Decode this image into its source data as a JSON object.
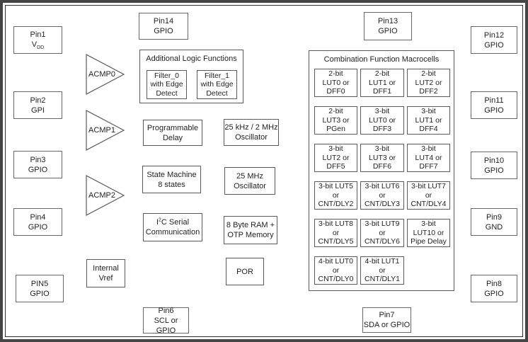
{
  "pins": {
    "left": [
      {
        "line1": "Pin1",
        "line2": "V",
        "line2_sub": "DD"
      },
      {
        "line1": "Pin2",
        "line2": "GPI"
      },
      {
        "line1": "Pin3",
        "line2": "GPIO"
      },
      {
        "line1": "Pin4",
        "line2": "GPIO"
      },
      {
        "line1": "PIN5",
        "line2": "GPIO"
      }
    ],
    "top": [
      {
        "line1": "Pin14",
        "line2": "GPIO"
      },
      {
        "line1": "Pin13",
        "line2": "GPIO"
      }
    ],
    "right": [
      {
        "line1": "Pin12",
        "line2": "GPIO"
      },
      {
        "line1": "Pin11",
        "line2": "GPIO"
      },
      {
        "line1": "Pin10",
        "line2": "GPIO"
      },
      {
        "line1": "Pin9",
        "line2": "GND"
      },
      {
        "line1": "Pin8",
        "line2": "GPIO"
      }
    ],
    "bottom": [
      {
        "line1": "Pin6",
        "line2": "SCL or GPIO"
      },
      {
        "line1": "Pin7",
        "line2": "SDA or GPIO"
      }
    ]
  },
  "comparators": [
    {
      "label": "ACMP0"
    },
    {
      "label": "ACMP1"
    },
    {
      "label": "ACMP2"
    }
  ],
  "internal_vref": {
    "line1": "Internal",
    "line2": "Vref"
  },
  "additional_logic": {
    "title": "Additional Logic Functions",
    "filters": [
      {
        "lines": [
          "Filter_0",
          "with Edge",
          "Detect"
        ]
      },
      {
        "lines": [
          "Filter_1",
          "with Edge",
          "Detect"
        ]
      }
    ]
  },
  "blocks": {
    "prog_delay": {
      "line1": "Programmable",
      "line2": "Delay"
    },
    "osc_25k": {
      "line1": "25 kHz / 2 MHz",
      "line2": "Oscillator"
    },
    "state_machine": {
      "line1": "State Machine",
      "line2": "8 states"
    },
    "osc_25m": {
      "line1": "25 MHz",
      "line2": "Oscillator"
    },
    "i2c": {
      "line1_pre": "I",
      "line1_sup": "2",
      "line1_post": "C Serial",
      "line2": "Communication"
    },
    "ram": {
      "line1": "8 Byte RAM +",
      "line2": "OTP Memory"
    },
    "por": {
      "label": "POR"
    }
  },
  "macrocells": {
    "title": "Combination Function Macrocells",
    "cells": [
      {
        "lines": [
          "2-bit",
          "LUT0 or",
          "DFF0"
        ]
      },
      {
        "lines": [
          "2-bit",
          "LUT1 or",
          "DFF1"
        ]
      },
      {
        "lines": [
          "2-bit",
          "LUT2 or",
          "DFF2"
        ]
      },
      {
        "lines": [
          "2-bit",
          "LUT3 or",
          "PGen"
        ]
      },
      {
        "lines": [
          "3-bit",
          "LUT0 or",
          "DFF3"
        ]
      },
      {
        "lines": [
          "3-bit",
          "LUT1 or",
          "DFF4"
        ]
      },
      {
        "lines": [
          "3-bit",
          "LUT2 or",
          "DFF5"
        ]
      },
      {
        "lines": [
          "3-bit",
          "LUT3 or",
          "DFF6"
        ]
      },
      {
        "lines": [
          "3-bit",
          "LUT4 or",
          "DFF7"
        ]
      },
      {
        "lines": [
          "3-bit LUT5",
          "or",
          "CNT/DLY2"
        ]
      },
      {
        "lines": [
          "3-bit LUT6",
          "or",
          "CNT/DLY3"
        ]
      },
      {
        "lines": [
          "3-bit LUT7",
          "or",
          "CNT/DLY4"
        ]
      },
      {
        "lines": [
          "3-bit LUT8",
          "or",
          "CNT/DLY5"
        ]
      },
      {
        "lines": [
          "3-bit LUT9",
          "or",
          "CNT/DLY6"
        ]
      },
      {
        "lines": [
          "3-bit",
          "LUT10 or",
          "Pipe Delay"
        ]
      },
      {
        "lines": [
          "4-bit LUT0",
          "or",
          "CNT/DLY0"
        ]
      },
      {
        "lines": [
          "4-bit LUT1",
          "or",
          "CNT/DLY1"
        ]
      }
    ]
  },
  "colors": {
    "background": "#ffffff",
    "box_border": "#5a5a5a",
    "outer_frame": "#454545",
    "text": "#1f1f1f"
  }
}
